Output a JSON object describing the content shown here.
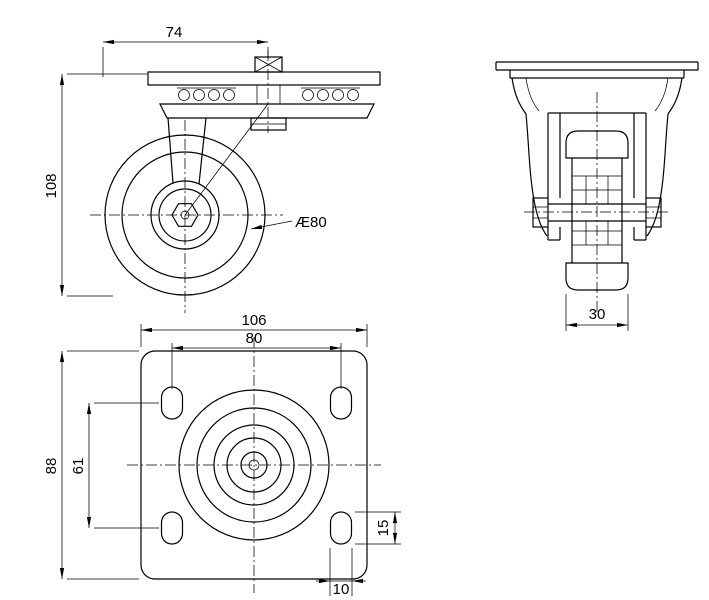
{
  "page": {
    "background": "#ffffff",
    "line_color": "#000000"
  },
  "views": {
    "side": {
      "dims": {
        "plate_offset": "74",
        "overall_height": "108",
        "wheel_diameter": "Æ80"
      }
    },
    "front": {
      "dims": {
        "wheel_width": "30"
      }
    },
    "plan": {
      "dims": {
        "plate_width": "106",
        "bolt_spacing_horizontal": "80",
        "plate_depth": "88",
        "bolt_spacing_vertical": "61",
        "slot_length": "15",
        "slot_width": "10"
      }
    }
  }
}
